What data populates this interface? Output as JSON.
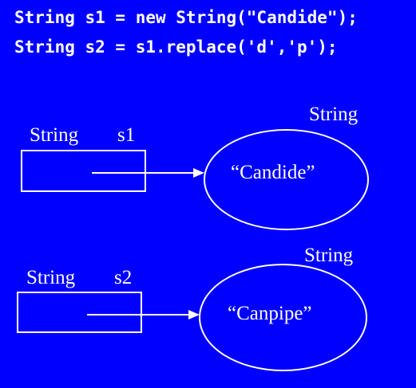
{
  "code": {
    "line1": "String s1 = new String(\"Candide\");",
    "line2": "String s2 = s1.replace('d','p');"
  },
  "diagram": {
    "ref1": {
      "type_label": "String",
      "var_label": "s1"
    },
    "obj1": {
      "type_label": "String",
      "value": "“Candide”"
    },
    "ref2": {
      "type_label": "String",
      "var_label": "s2"
    },
    "obj2": {
      "type_label": "String",
      "value": "“Canpipe”"
    }
  },
  "colors": {
    "background": "#0000ff",
    "foreground": "#ffffff"
  }
}
